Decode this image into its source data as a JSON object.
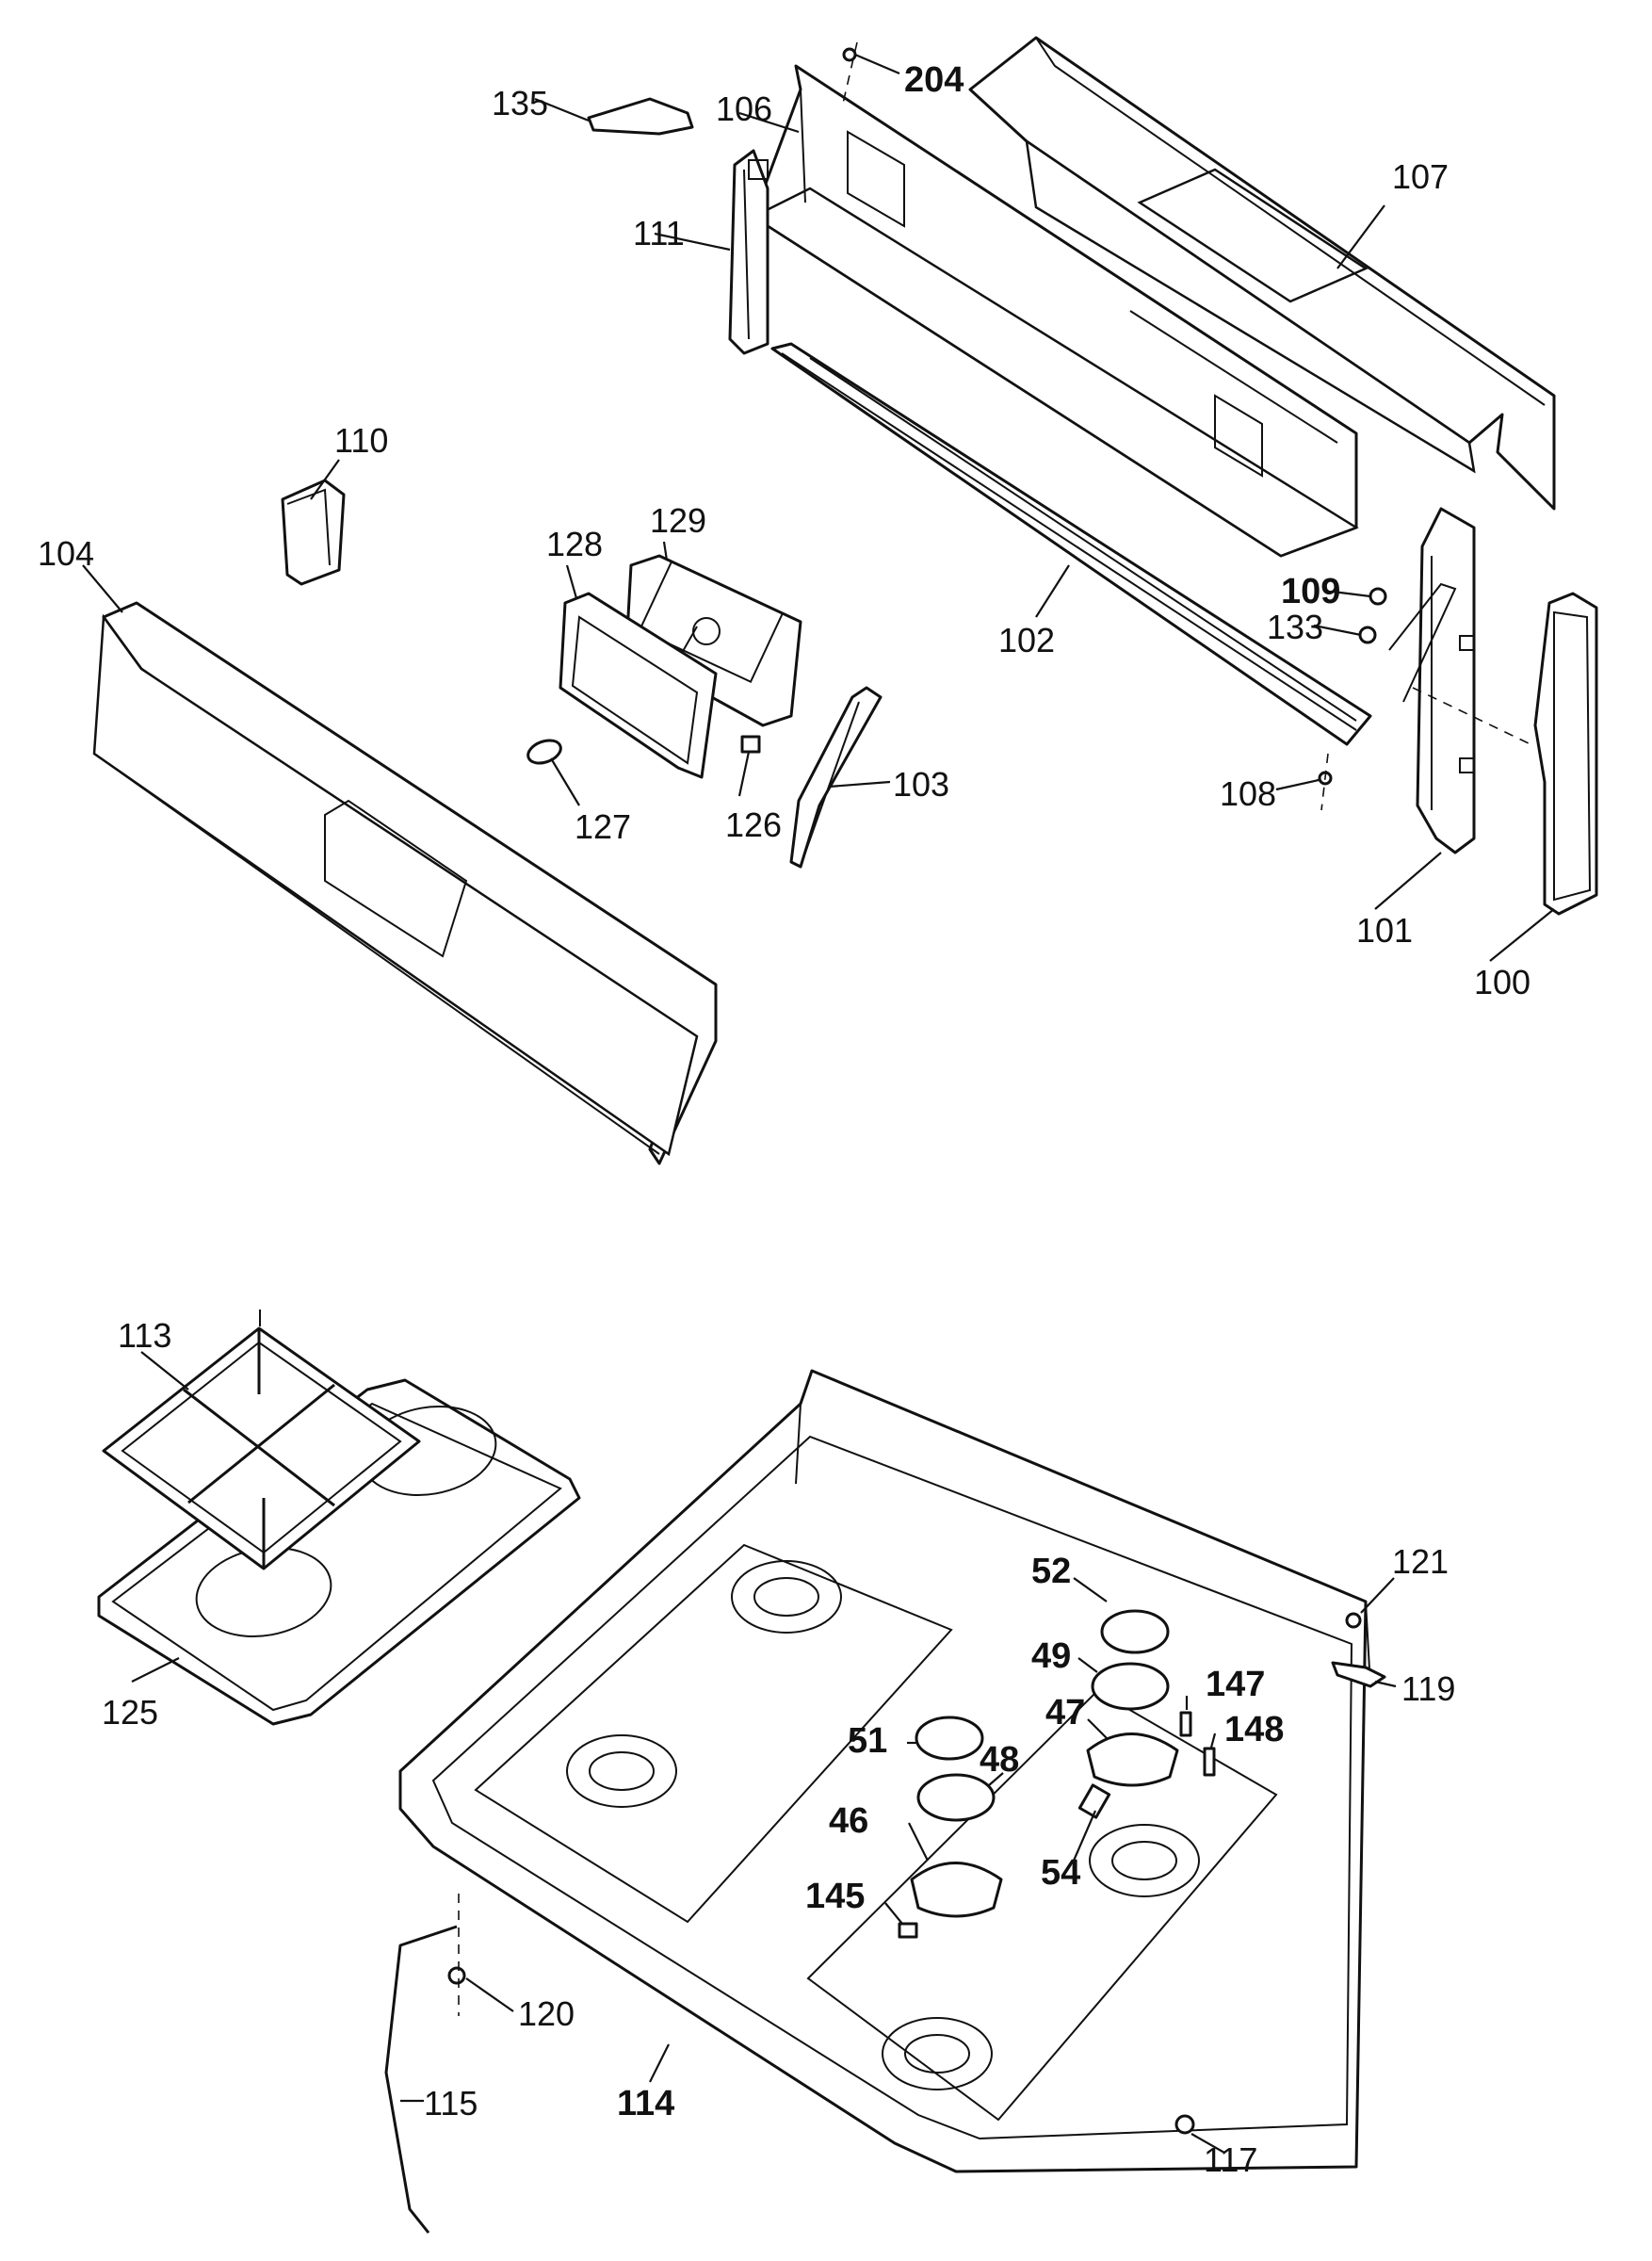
{
  "diagram": {
    "callouts": [
      {
        "id": "204",
        "label": "204",
        "weight": "bold"
      },
      {
        "id": "135",
        "label": "135",
        "weight": "light"
      },
      {
        "id": "106",
        "label": "106",
        "weight": "light"
      },
      {
        "id": "107",
        "label": "107",
        "weight": "light"
      },
      {
        "id": "111",
        "label": "111",
        "weight": "light"
      },
      {
        "id": "110",
        "label": "110",
        "weight": "light"
      },
      {
        "id": "129",
        "label": "129",
        "weight": "light"
      },
      {
        "id": "128",
        "label": "128",
        "weight": "light"
      },
      {
        "id": "104",
        "label": "104",
        "weight": "light"
      },
      {
        "id": "102",
        "label": "102",
        "weight": "light"
      },
      {
        "id": "109",
        "label": "109",
        "weight": "bold"
      },
      {
        "id": "133",
        "label": "133",
        "weight": "light"
      },
      {
        "id": "127",
        "label": "127",
        "weight": "light"
      },
      {
        "id": "126",
        "label": "126",
        "weight": "light"
      },
      {
        "id": "103",
        "label": "103",
        "weight": "light"
      },
      {
        "id": "108",
        "label": "108",
        "weight": "light"
      },
      {
        "id": "101",
        "label": "101",
        "weight": "light"
      },
      {
        "id": "100",
        "label": "100",
        "weight": "light"
      },
      {
        "id": "113",
        "label": "113",
        "weight": "light"
      },
      {
        "id": "125",
        "label": "125",
        "weight": "light"
      },
      {
        "id": "52",
        "label": "52",
        "weight": "bold"
      },
      {
        "id": "121",
        "label": "121",
        "weight": "light"
      },
      {
        "id": "49",
        "label": "49",
        "weight": "bold"
      },
      {
        "id": "119",
        "label": "119",
        "weight": "light"
      },
      {
        "id": "147",
        "label": "147",
        "weight": "bold"
      },
      {
        "id": "47",
        "label": "47",
        "weight": "bold"
      },
      {
        "id": "148",
        "label": "148",
        "weight": "bold"
      },
      {
        "id": "51",
        "label": "51",
        "weight": "bold"
      },
      {
        "id": "48",
        "label": "48",
        "weight": "bold"
      },
      {
        "id": "46",
        "label": "46",
        "weight": "bold"
      },
      {
        "id": "54",
        "label": "54",
        "weight": "bold"
      },
      {
        "id": "145",
        "label": "145",
        "weight": "bold"
      },
      {
        "id": "120",
        "label": "120",
        "weight": "light"
      },
      {
        "id": "114",
        "label": "114",
        "weight": "bold"
      },
      {
        "id": "115",
        "label": "115",
        "weight": "light"
      },
      {
        "id": "117",
        "label": "117",
        "weight": "light"
      }
    ]
  }
}
